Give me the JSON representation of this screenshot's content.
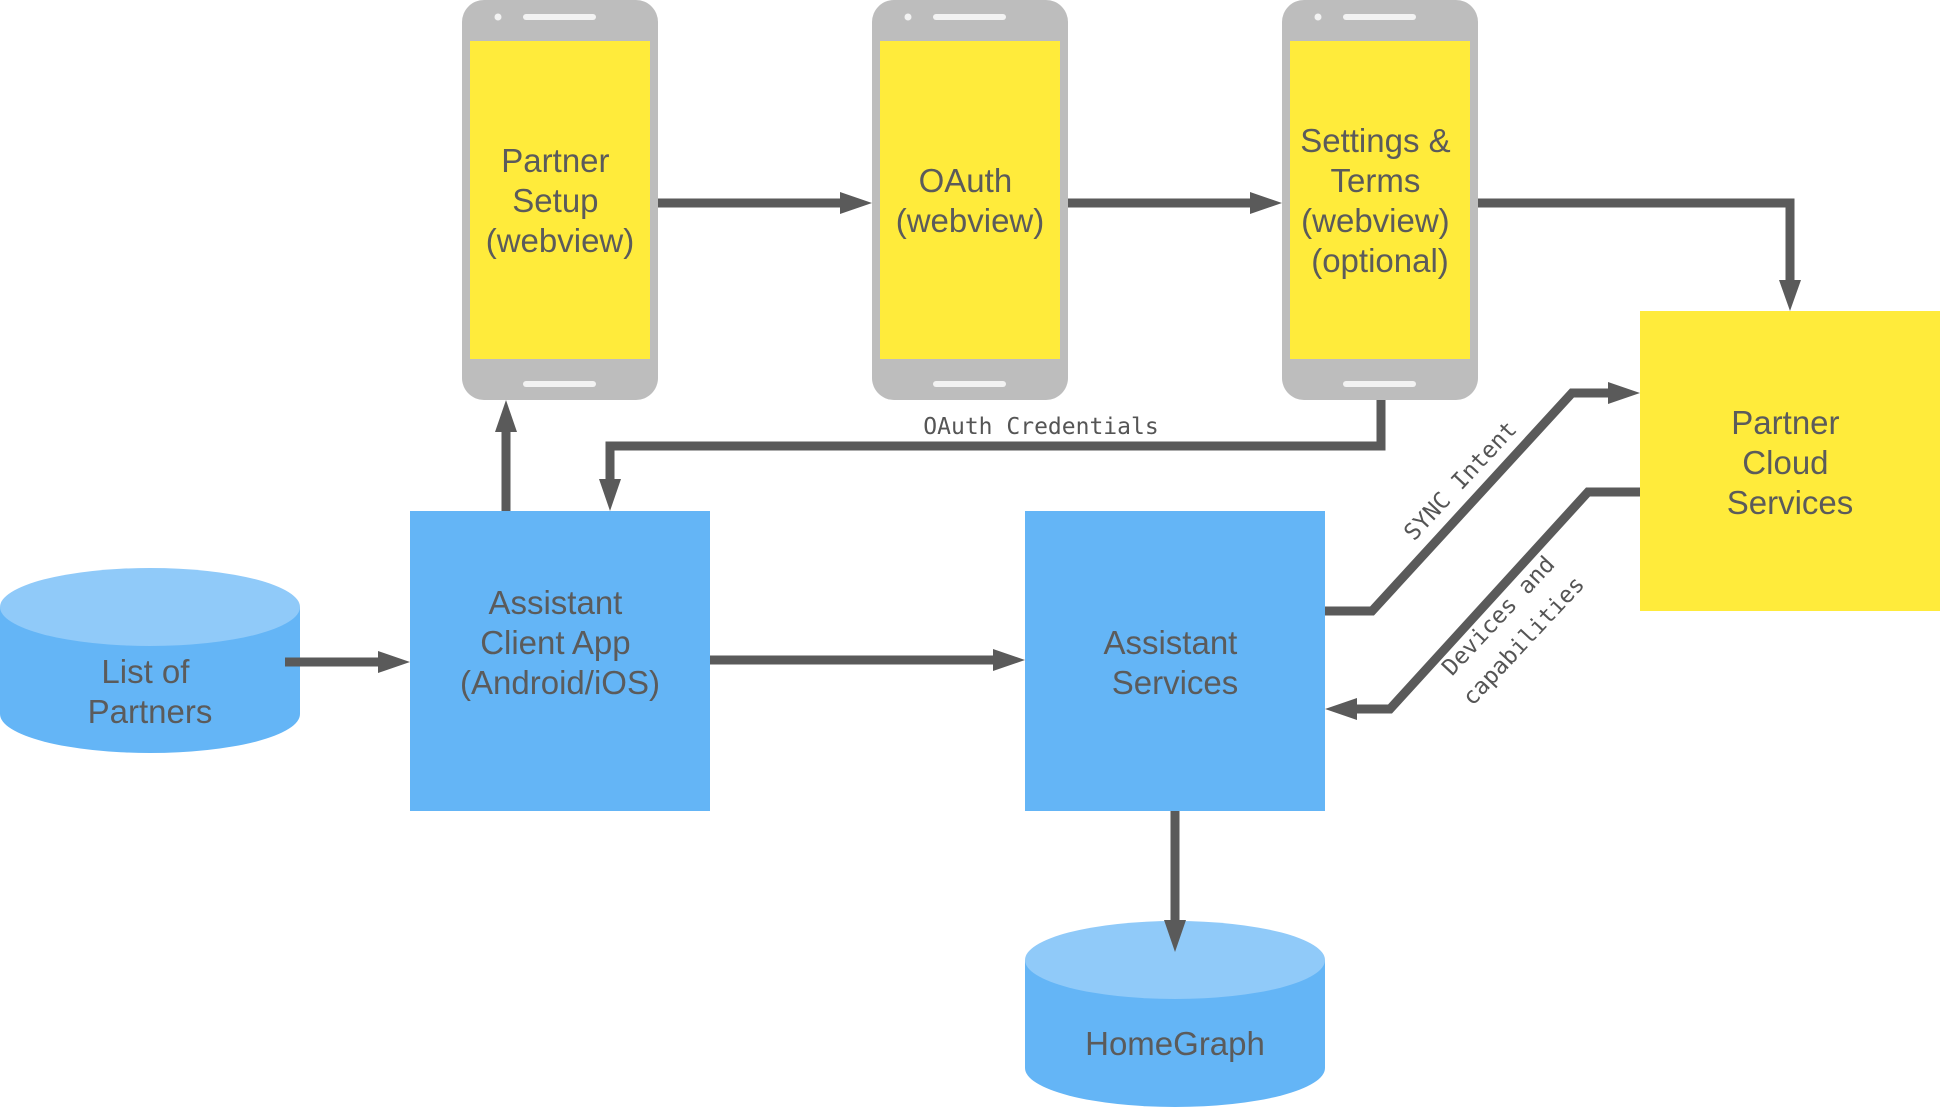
{
  "colors": {
    "phone_body": "#bdbdbd",
    "screen": "#ffeb3b",
    "box_blue": "#64b5f6",
    "db_top": "#90caf9",
    "box_yellow": "#ffeb3b",
    "arrow": "#5a5a5a",
    "text": "#5b5b5b"
  },
  "phones": {
    "partner_setup": [
      "Partner",
      "Setup",
      "(webview)"
    ],
    "oauth": [
      "OAuth",
      "(webview)"
    ],
    "settings_terms": [
      "Settings &",
      "Terms",
      "(webview)",
      "(optional)"
    ]
  },
  "boxes": {
    "client_app": [
      "Assistant",
      "Client App",
      "(Android/iOS)"
    ],
    "assistant_services": [
      "Assistant",
      "Services"
    ],
    "partner_cloud": [
      "Partner",
      "Cloud",
      "Services"
    ]
  },
  "databases": {
    "list_of_partners": [
      "List of",
      "Partners"
    ],
    "homegraph": [
      "HomeGraph"
    ]
  },
  "edge_labels": {
    "oauth_credentials": "OAuth Credentials",
    "sync_intent": "SYNC Intent",
    "devices_line1": "Devices and",
    "devices_line2": "capabilities"
  }
}
